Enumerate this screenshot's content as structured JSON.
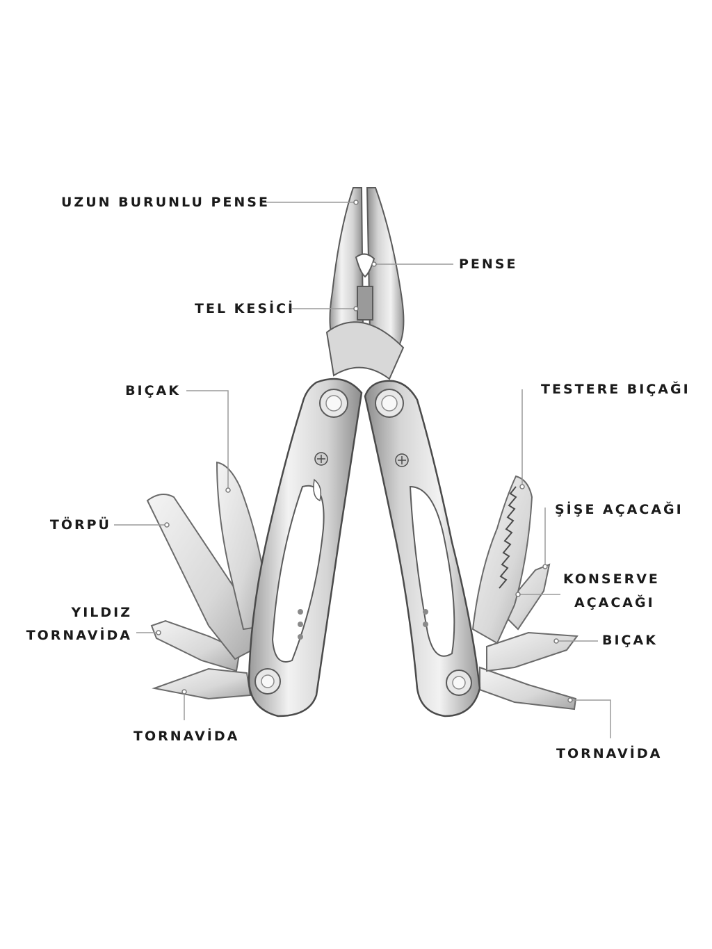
{
  "labels": {
    "long_nose_pliers": "UZUN BURUNLU PENSE",
    "pliers": "PENSE",
    "wire_cutter": "TEL KESİCİ",
    "knife_left": "BIÇAK",
    "saw_blade": "TESTERE BIÇAĞI",
    "file": "TÖRPÜ",
    "bottle_opener": "ŞİŞE AÇACAĞI",
    "can_opener_line1": "KONSERVE",
    "can_opener_line2": "AÇACAĞI",
    "star_screwdriver_line1": "YILDIZ",
    "star_screwdriver_line2": "TORNAVİDA",
    "knife_right": "BIÇAK",
    "screwdriver_left": "TORNAVİDA",
    "screwdriver_right": "TORNAVİDA"
  },
  "colors": {
    "steel_light": "#ececec",
    "steel_mid": "#c8c8c8",
    "steel_dark": "#8a8a8a",
    "outline": "#5a5a5a",
    "leader_line": "#9a9a9a",
    "label_text": "#1a1a1a"
  }
}
